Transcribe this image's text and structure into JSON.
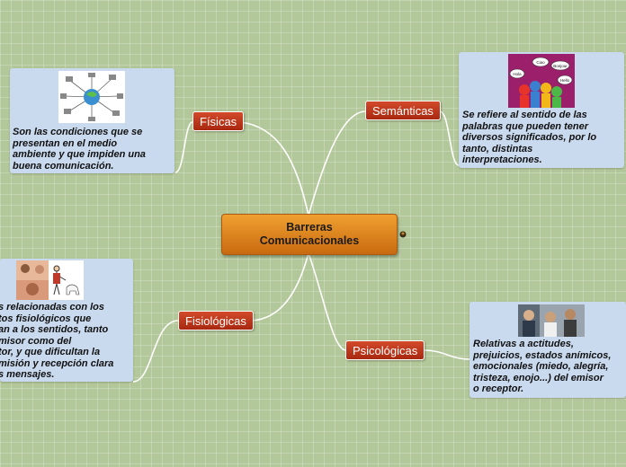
{
  "central": {
    "line1": "Barreras",
    "line2": "Comunicacionales"
  },
  "branches": {
    "fisicas": "Físicas",
    "semanticas": "Semánticas",
    "fisiologicas": "Fisiológicas",
    "psicologicas": "Psicológicas"
  },
  "notes": {
    "fisicas": "Son las condiciones que se\npresentan en el medio\nambiente y que impiden una\nbuena comunicación.",
    "semanticas": "Se refiere al sentido de las\npalabras que  pueden tener\ndiversos significados, por lo\ntanto, distintas\ninterpretaciones.",
    "fisiologicas": "s relacionadas con los\ntos fisiológicos que\nan a los sentidos, tanto\nmisor como del\ntor, y que dificultan la\nmisión y recepción clara\ns mensajes.",
    "psicologicas": "Relativas a actitudes,\nprejuicios, estados anímicos,\nemocionales (miedo, alegría,\ntristeza, enojo...) del emisor\no receptor."
  },
  "bubbles": [
    "Ciao",
    "Bonjour",
    "Hola",
    "Hello"
  ],
  "colors": {
    "background": "#b3c89a",
    "central": "#e08a20",
    "branch": "#c0391b",
    "note": "#c9d9ee",
    "connector": "#ffffff"
  }
}
